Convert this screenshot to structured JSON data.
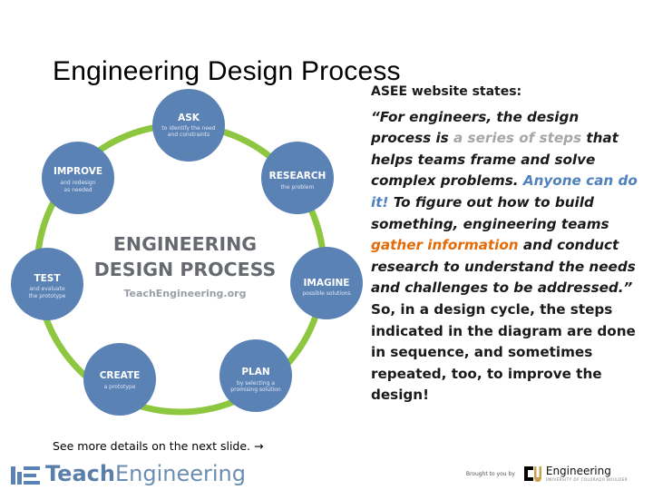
{
  "slide": {
    "title": "Engineering Design Process",
    "next_note": "See more details on the next slide.",
    "next_arrow_icon": "arrow-right-icon"
  },
  "diagram": {
    "center_title_line1": "ENGINEERING",
    "center_title_line2": "DESIGN PROCESS",
    "center_url": "TeachEngineering.org",
    "ring_color": "#8dc63f",
    "node_color": "#5b82b5",
    "nodes": [
      {
        "title": "ASK",
        "sub1": "to identify the need",
        "sub2": "and constraints"
      },
      {
        "title": "RESEARCH",
        "sub1": "the problem",
        "sub2": ""
      },
      {
        "title": "IMAGINE",
        "sub1": "possible solutions",
        "sub2": ""
      },
      {
        "title": "PLAN",
        "sub1": "by selecting a",
        "sub2": "promising solution"
      },
      {
        "title": "CREATE",
        "sub1": "a prototype",
        "sub2": ""
      },
      {
        "title": "TEST",
        "sub1": "and evaluate",
        "sub2": "the prototype"
      },
      {
        "title": "IMPROVE",
        "sub1": "and redesign",
        "sub2": "as needed"
      }
    ]
  },
  "right_text": {
    "heading": "ASEE website states:",
    "q1": "“For engineers, the design process is ",
    "q2_gray": "a series of steps",
    "q3": " that helps teams frame and solve complex problems. ",
    "q4_blue": "Anyone can do it!",
    "q5": " To figure out how to build something, engineering teams ",
    "q6_orange": "gather information",
    "q7": " and conduct research to understand the needs and challenges to be addressed.”",
    "arrow": "",
    "para2": "So, in a design cycle, the steps indicated in the diagram are done in sequence, and sometimes repeated, too, to improve the design!"
  },
  "footer": {
    "logo_prefix": "Teach",
    "logo_suffix": "Engineering",
    "support_text": "Brought to you by",
    "eng_text": "Engineering",
    "eng_sub": "UNIVERSITY OF COLORADO BOULDER"
  }
}
